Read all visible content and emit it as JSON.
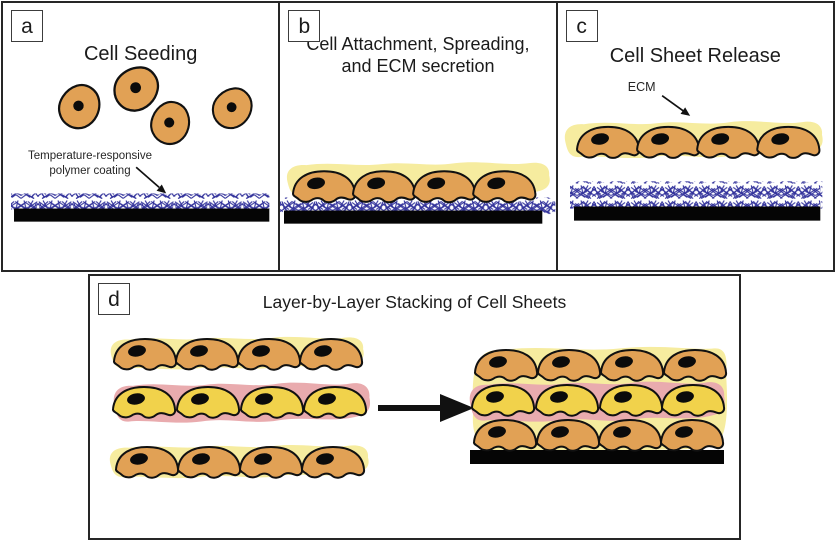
{
  "figure": {
    "panel_a": {
      "label": "a",
      "title": "Cell Seeding",
      "annotation_line1": "Temperature-responsive",
      "annotation_line2": "polymer coating"
    },
    "panel_b": {
      "label": "b",
      "title_line1": "Cell Attachment, Spreading,",
      "title_line2": "and ECM secretion"
    },
    "panel_c": {
      "label": "c",
      "title": "Cell Sheet Release",
      "ecm_label": "ECM"
    },
    "panel_d": {
      "label": "d",
      "title": "Layer-by-Layer Stacking of Cell Sheets"
    },
    "colors": {
      "cell_orange": "#E1A155",
      "cell_yellow": "#F1D24B",
      "ecm_yellow": "#F6EC9F",
      "ecm_pink": "#E9ABAE",
      "fiber_blue": "#32329B",
      "substrate_black": "#050505",
      "outline_black": "#111111",
      "arrow_black": "#111111"
    }
  }
}
